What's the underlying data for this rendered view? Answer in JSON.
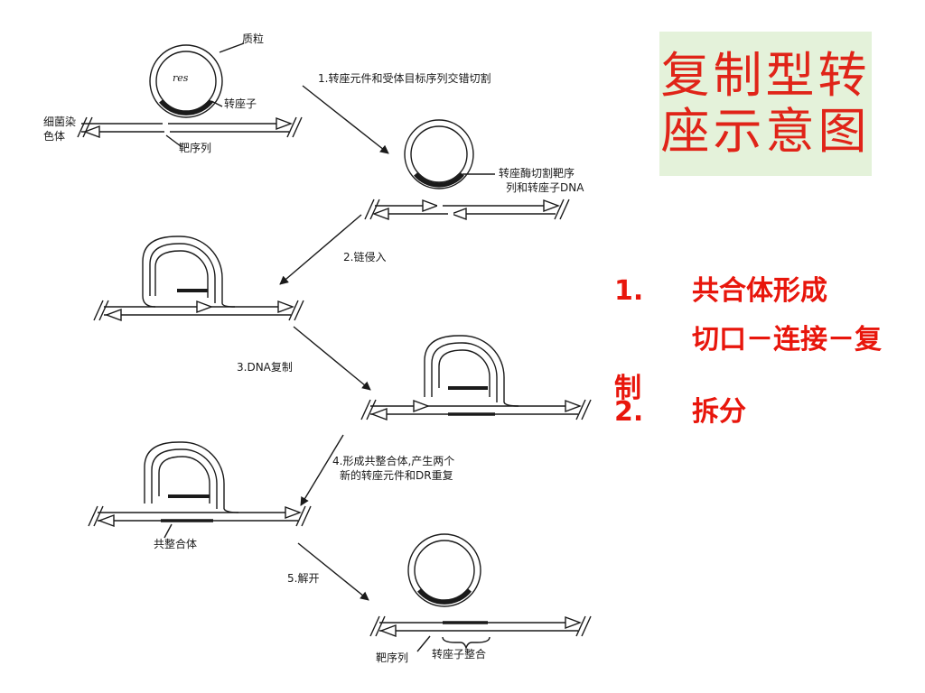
{
  "title": "复制型转\n座示意图",
  "labels": {
    "plasmid": "质粒",
    "res": "res",
    "transposon": "转座子",
    "chromosome_line1": "细菌染",
    "chromosome_line2": "色体",
    "target_seq": "靶序列",
    "step1": "1.转座元件和受体目标序列交错切割",
    "cut_note_line1": "转座酶切割靶序",
    "cut_note_line2": "列和转座子DNA",
    "step2": "2.链侵入",
    "step3": "3.DNA复制",
    "step4_line1": "4.形成共整合体,产生两个",
    "step4_line2": "新的转座元件和DR重复",
    "cointegrate": "共整合体",
    "step5": "5.解开",
    "target_seq2": "靶序列",
    "transposon_integrated": "转座子整合"
  },
  "notes": {
    "n1_num": "1.",
    "n1_text": "共合体形成",
    "n2_text": "切口－连接－复",
    "n2_tail": "制",
    "n3_num": "2.",
    "n3_text": "拆分"
  },
  "colors": {
    "title": "#e02418",
    "title_bg": "#e4f2da",
    "notes": "#e8160c",
    "ink": "#1a1a1a"
  }
}
